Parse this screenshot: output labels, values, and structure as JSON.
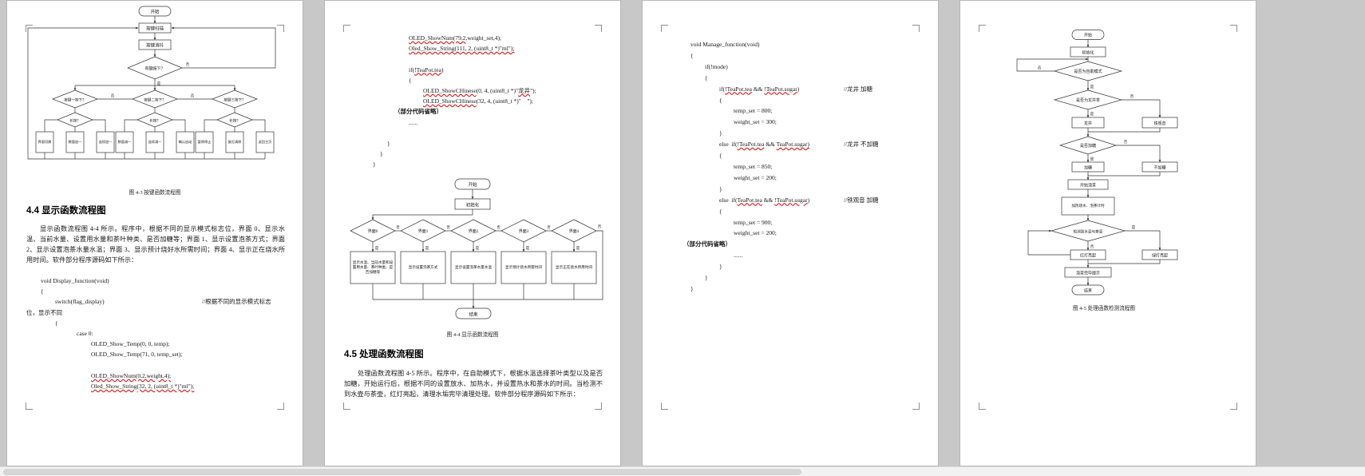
{
  "labels": {
    "yes": "是",
    "no": "否"
  },
  "page1": {
    "flow": {
      "start": "开始",
      "scan": "按键扫描",
      "debounce": "按键消抖",
      "pressed": "有键按下？",
      "keys": [
        "按键一按下？",
        "按键二按下？",
        "按键三按下？"
      ],
      "longpress": "长按？",
      "leaves": [
        "界面切换",
        "数值加一",
        "连续加一",
        "数值减一",
        "连续减一",
        "确认启动",
        "暂停停止",
        "复位清除",
        "返回主页"
      ]
    },
    "figure_caption": "图 4-3  按键函数流程图",
    "heading": "4.4  显示函数流程图",
    "paragraph": "显示函数流程图 4-4 所示。程序中，根据不同的显示模式标志位，界面 0、显示水温、当前水量、设置用水量和茶叶种类、是否加糖等；界面 1、显示设置泡茶方式；界面 2、显示设置泡茶水量水温；界面 3、显示预计烧好水所需时间；界面 4、显示正在烧水所用时间。软件部分程序源码如下所示：",
    "code": [
      {
        "in": 2,
        "t": "void Display_function(void)"
      },
      {
        "in": 2,
        "t": "{"
      },
      {
        "in": 4,
        "t": "switch(flag_display)",
        "c": "//根据不同的显示模式标志"
      },
      {
        "in": 0,
        "t": "位，显示不同"
      },
      {
        "in": 4,
        "t": "{"
      },
      {
        "in": 7,
        "t": "case 0:"
      },
      {
        "in": 9,
        "t": "OLED_Show_Temp(0, 0, temp);"
      },
      {
        "in": 9,
        "t": "OLED_Show_Temp(71, 0, temp_set);"
      },
      {
        "in": 0,
        "t": ""
      },
      {
        "in": 9,
        "t": "OLED_ShowNum(0,2,weight,4);",
        "u": [
          "OLED_ShowNum(0,2,weight,4);"
        ]
      },
      {
        "in": 9,
        "t": "Oled_Show_String(32, 2, (uint8_t *)\"ml\");",
        "u": [
          "Oled_Show_String(32, 2, (uint8_t *)\"ml\");"
        ]
      }
    ]
  },
  "page2": {
    "code": [
      {
        "in": 9,
        "t": "OLED_ShowNum(79,2,weight_set,4);",
        "u": [
          "OLED_ShowNum(79,2"
        ]
      },
      {
        "in": 9,
        "t": "Oled_Show_String(111, 2, (uint8_t *)\"ml\");",
        "u": [
          "Oled_Show_String(111, 2, (uint8_t *)\"ml\");"
        ]
      },
      {
        "in": 0,
        "t": ""
      },
      {
        "in": 9,
        "t": "if(!TeaPot.tea)",
        "u": [
          "!TeaPot.tea"
        ]
      },
      {
        "in": 9,
        "t": "{"
      },
      {
        "in": 11,
        "t": "OLED_ShowCHinese(0, 4, (uint8_t *)\"龙井\");",
        "u": [
          "OLED_ShowCHinese",
          "龙井"
        ]
      },
      {
        "in": 11,
        "t": "OLED_ShowCHinese(32, 4, (uint8_t *)\"    \");",
        "u": [
          "OLED_ShowCHinese"
        ]
      },
      {
        "in": 7,
        "t": "（部分代码省略）",
        "b": true
      },
      {
        "in": 9,
        "t": "......"
      },
      {
        "in": 0,
        "t": ""
      },
      {
        "in": 6,
        "t": "}"
      },
      {
        "in": 5,
        "t": "}"
      },
      {
        "in": 4,
        "t": "}"
      }
    ],
    "flow": {
      "start": "开始",
      "init": "初始化",
      "end": "结束",
      "diamonds": [
        "界面0",
        "界面1",
        "界面2",
        "界面3",
        "界面4"
      ],
      "boxes": [
        "显示水温、当前水量和设置用水量、茶叶种类、是否加糖等",
        "显示设置泡茶方式",
        "显示设置泡茶水量水温",
        "显示预计烧水所需时间",
        "显示正在烧水所用时间"
      ]
    },
    "figure_caption": "图 4-4  显示函数流程图",
    "heading": "4.5  处理函数流程图",
    "paragraph": "处理函数流程图 4-5 所示。程序中，在自助模式下，根据水温选择茶叶类型以及是否加糖，开始运行后，根据不同的设置放水、加热水，并设置热水和茶水的时间。当检测不到水壶与茶壶，红灯亮起，清理水垢完毕清理处理。软件部分程序源码如下所示："
  },
  "page3": {
    "code": [
      {
        "in": 4,
        "t": "void Manage_function(void)"
      },
      {
        "in": 4,
        "t": "{"
      },
      {
        "in": 6,
        "t": "if(!mode)"
      },
      {
        "in": 6,
        "t": "{"
      },
      {
        "in": 8,
        "t": "if(!TeaPot.tea && !TeaPot.sugar)",
        "u": [
          "!TeaPot.tea",
          "!TeaPot.sugar"
        ],
        "c": "//龙井 加糖"
      },
      {
        "in": 8,
        "t": "{"
      },
      {
        "in": 10,
        "t": "temp_set = 800;"
      },
      {
        "in": 10,
        "t": "weight_set = 300;"
      },
      {
        "in": 8,
        "t": "}"
      },
      {
        "in": 8,
        "t": "else  if(!TeaPot.tea && TeaPot.sugar)",
        "u": [
          "!TeaPot.tea",
          "TeaPot.sugar)"
        ],
        "c": "//龙井 不加糖"
      },
      {
        "in": 8,
        "t": "{"
      },
      {
        "in": 10,
        "t": "temp_set = 850;"
      },
      {
        "in": 10,
        "t": "weight_set = 200;"
      },
      {
        "in": 8,
        "t": "}"
      },
      {
        "in": 8,
        "t": "else  if(TeaPot.tea && !TeaPot.sugar)",
        "u": [
          "TeaPot.tea",
          "!TeaPot.sugar"
        ],
        "c": "//铁观音 加糖"
      },
      {
        "in": 8,
        "t": "{"
      },
      {
        "in": 10,
        "t": "temp_set = 900;"
      },
      {
        "in": 10,
        "t": "weight_set = 200;"
      },
      {
        "in": 3,
        "t": "（部分代码省略）",
        "b": true
      },
      {
        "in": 10,
        "t": "......"
      },
      {
        "in": 8,
        "t": "}"
      },
      {
        "in": 6,
        "t": "}"
      },
      {
        "in": 4,
        "t": "}"
      }
    ]
  },
  "page4": {
    "flow": {
      "start": "开始",
      "init": "初始化",
      "d_auto": "是否为自助模式",
      "d_tea": "是否为龙井茶",
      "longjing": "龙井",
      "tieguanyin": "铁观音",
      "d_sugar": "是否加糖",
      "sugar": "加糖",
      "nosugar": "不加糖",
      "begin": "开始泡茶",
      "heat": "加热烧水、泡茶计时",
      "d_detect": "检测到水壶与茶壶",
      "red": "红灯亮起",
      "green": "绿灯亮起",
      "done": "泡茶完毕提示",
      "end": "结束"
    },
    "figure_caption": "图 4-5  处理函数检测流程图"
  }
}
